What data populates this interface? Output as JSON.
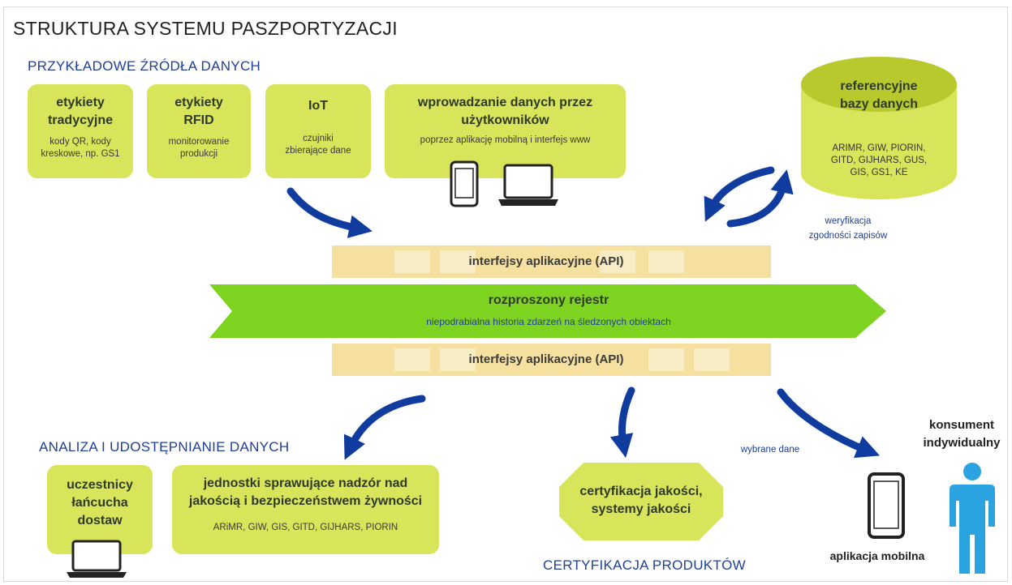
{
  "title": "STRUKTURA SYSTEMU PASZPORTYZACJI",
  "sources": {
    "heading": "PRZYKŁADOWE ŹRÓDŁA DANYCH",
    "items": [
      {
        "title_l1": "etykiety",
        "title_l2": "tradycyjne",
        "sub_l1": "kody QR, kody",
        "sub_l2": "kreskowe, np. GS1"
      },
      {
        "title_l1": "etykiety",
        "title_l2": "RFID",
        "sub_l1": "monitorowanie",
        "sub_l2": "produkcji"
      },
      {
        "title_l1": "IoT",
        "sub_l1": "czujniki",
        "sub_l2": "zbierające dane"
      },
      {
        "title_l1": "wprowadzanie danych przez",
        "title_l2": "użytkowników",
        "sub_l1": "poprzez aplikację mobilną i interfejs www"
      }
    ]
  },
  "reference_db": {
    "title_l1": "referencyjne",
    "title_l2": "bazy danych",
    "list": [
      "ARIMR, GIW, PIORIN,",
      "GITD, GIJHARS, GUS,",
      "GIS, GS1, KE"
    ]
  },
  "verification": {
    "l1": "weryfikacja",
    "l2": "zgodności zapisów"
  },
  "api_label": "interfejsy aplikacyjne (API)",
  "ledger": {
    "title": "rozproszony rejestr",
    "subtitle": "niepodrabialna historia zdarzeń na śledzonych obiektach"
  },
  "analysis": {
    "heading": "ANALIZA I UDOSTĘPNIANIE DANYCH",
    "box1": [
      "uczestnicy",
      "łańcucha",
      "dostaw"
    ],
    "box2_title": [
      "jednostki sprawujące nadzór nad",
      "jakością i bezpieczeństwem żywności"
    ],
    "box2_sub": "ARiMR, GIW, GIS, GITD, GIJHARS, PIORIN"
  },
  "certification": {
    "box": [
      "certyfikacja jakości,",
      "systemy jakości"
    ],
    "heading": "CERTYFIKACJA PRODUKTÓW"
  },
  "consumer": {
    "selected_data": "wybrane dane",
    "label": [
      "konsument",
      "indywidualny"
    ],
    "app": "aplikacja mobilna"
  },
  "colors": {
    "box": "#d8e45a",
    "arrow": "#0f3c9e",
    "ledger": "#7ed321",
    "api": "#f5e0a0",
    "person": "#2ba3e0"
  }
}
